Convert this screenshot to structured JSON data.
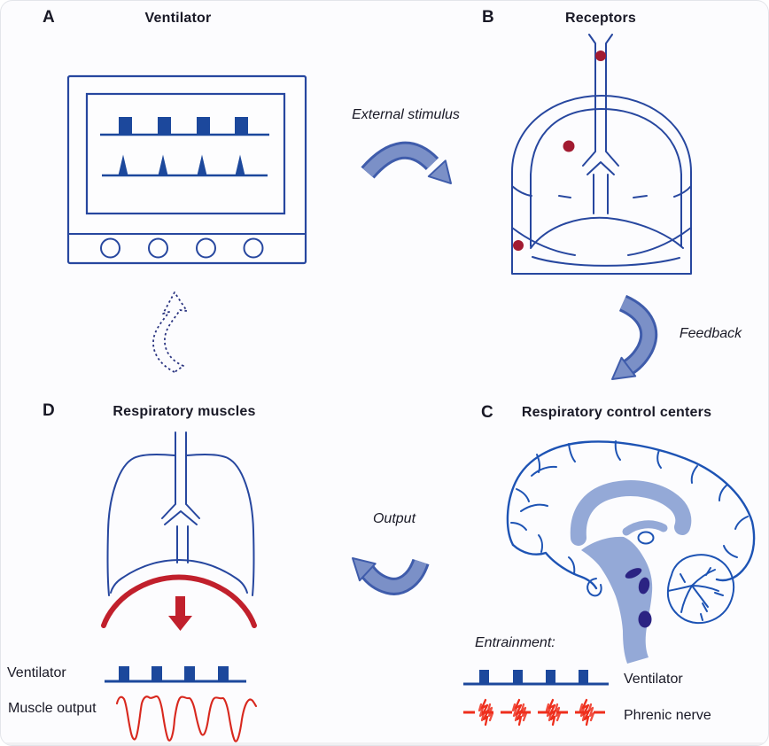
{
  "panels": {
    "a": {
      "letter": "A",
      "title": "Ventilator"
    },
    "b": {
      "letter": "B",
      "title": "Receptors"
    },
    "c": {
      "letter": "C",
      "title": "Respiratory control centers",
      "entrainment": "Entrainment:",
      "trace_ventilator": "Ventilator",
      "trace_phrenic": "Phrenic nerve"
    },
    "d": {
      "letter": "D",
      "title": "Respiratory muscles",
      "trace_ventilator": "Ventilator",
      "trace_muscle": "Muscle output"
    }
  },
  "arrows": {
    "external_stimulus": "External stimulus",
    "feedback": "Feedback",
    "output": "Output"
  },
  "colors": {
    "bg": "#fcfcfe",
    "ink": "#191926",
    "line-blue": "#27479f",
    "brain-blue": "#1d53b4",
    "pulse-blue": "#1c489c",
    "mass-light": "#94a9d7",
    "blob-navy": "#2b2383",
    "arrow-fill": "#7b90c7",
    "arrow-edge": "#3f5cab",
    "dot-red": "#a21b31",
    "diaphragm-red": "#c1202c",
    "trace-red": "#d8281e",
    "burst-red": "#ee2e1c",
    "dotted-navy": "#2a3480"
  }
}
